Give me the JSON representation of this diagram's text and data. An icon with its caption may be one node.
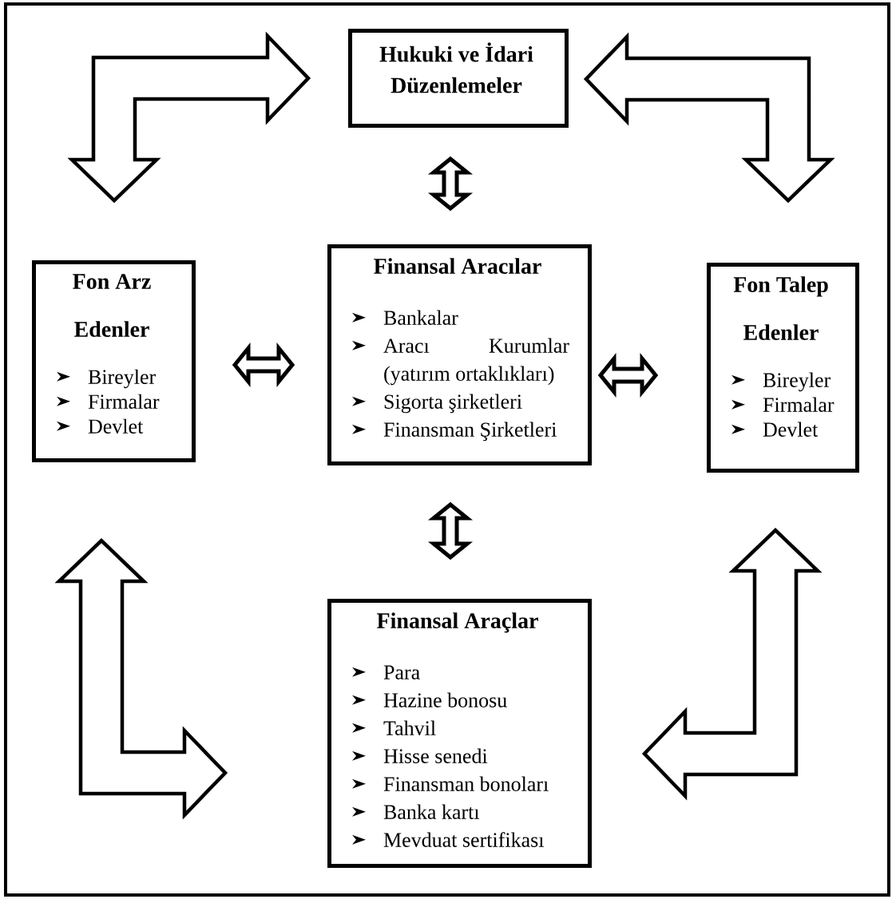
{
  "diagram": {
    "nodes": [
      {
        "text": [
          "Hukuki ve İdari Düzenlemeler"
        ]
      },
      {
        "text": [
          "Fon Arz Edenler",
          "Bireyler",
          "Firmalar",
          "Devlet"
        ]
      },
      {
        "text": [
          "Finansal Aracılar",
          "Bankalar",
          "Aracı Kurumlar (yatırım ortaklıkları)",
          "Sigorta şirketleri",
          "Finansman Şirketleri"
        ]
      },
      {
        "text": [
          "Fon Talep Edenler",
          "Bireyler",
          "Firmalar",
          "Devlet"
        ]
      },
      {
        "text": [
          "Finansal Araçlar",
          "Para",
          "Hazine bonosu",
          "Tahvil",
          "Hisse senedi",
          "Finansman bonoları",
          "Banka kartı",
          "Mevduat sertifikası"
        ]
      }
    ],
    "edges": [
      {
        "from": 0,
        "to": 1,
        "arrow": "both"
      },
      {
        "from": 0,
        "to": 3,
        "arrow": "both"
      },
      {
        "from": 0,
        "to": 2,
        "arrow": "both"
      },
      {
        "from": 1,
        "to": 2,
        "arrow": "both"
      },
      {
        "from": 2,
        "to": 3,
        "arrow": "both"
      },
      {
        "from": 2,
        "to": 4,
        "arrow": "both"
      },
      {
        "from": 1,
        "to": 4,
        "arrow": "both"
      },
      {
        "from": 3,
        "to": 4,
        "arrow": "both"
      }
    ]
  }
}
